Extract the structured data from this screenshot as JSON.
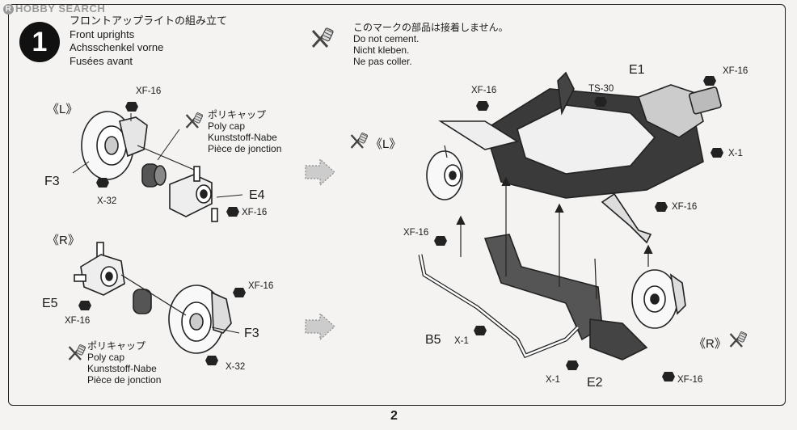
{
  "watermark": "HOBBY SEARCH",
  "step": {
    "number": "1",
    "title_jp": "フロントアップライトの組み立て",
    "title_en": "Front uprights",
    "title_de": "Achsschenkel vorne",
    "title_fr": "Fusées avant"
  },
  "no_cement_note": {
    "jp": "このマークの部品は接着しません。",
    "en": "Do not cement.",
    "de": "Nicht kleben.",
    "fr": "Ne pas coller."
  },
  "left_group": {
    "side_label": "《L》",
    "part_f3": "F3",
    "part_e4": "E4",
    "screw_x32": "X-32",
    "screw_xf16_top": "XF-16",
    "screw_xf16_e4": "XF-16",
    "poly_cap": {
      "jp": "ポリキャップ",
      "en": "Poly cap",
      "de": "Kunststoff-Nabe",
      "fr": "Pièce de jonction"
    }
  },
  "right_group": {
    "side_label": "《R》",
    "part_e5": "E5",
    "part_f3": "F3",
    "screw_xf16_e5": "XF-16",
    "screw_xf16_disc": "XF-16",
    "screw_x32": "X-32",
    "poly_cap": {
      "jp": "ポリキャップ",
      "en": "Poly cap",
      "de": "Kunststoff-Nabe",
      "fr": "Pièce de jonction"
    }
  },
  "main_assembly": {
    "side_l": "《L》",
    "side_r": "《R》",
    "part_e1": "E1",
    "part_e2": "E2",
    "part_b5": "B5",
    "ts30": "TS-30",
    "xf16_top": "XF-16",
    "xf16_e1": "XF-16",
    "xf16_right": "XF-16",
    "xf16_left_low": "XF-16",
    "xf16_bottom": "XF-16",
    "x1_right": "X-1",
    "x1_b5": "X-1",
    "x1_bottom": "X-1"
  },
  "page_number": "2"
}
